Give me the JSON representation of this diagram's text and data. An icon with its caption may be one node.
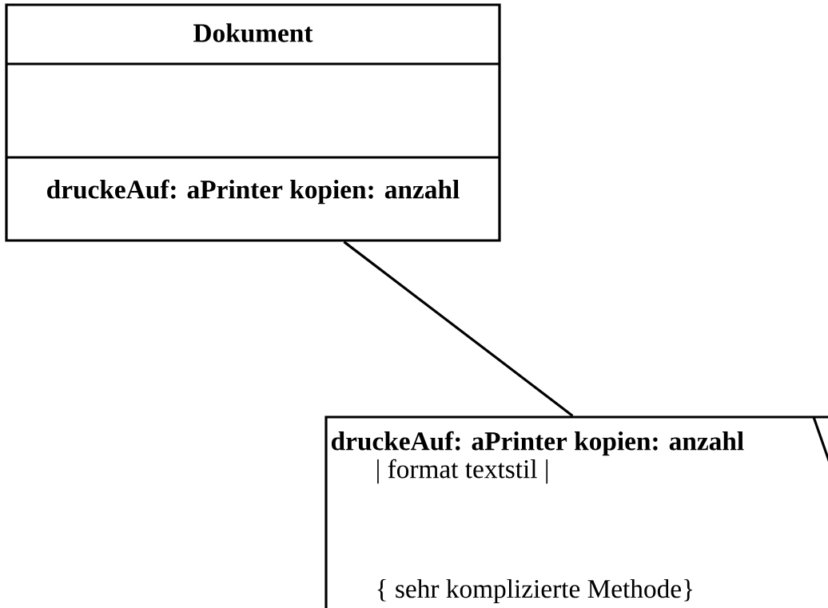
{
  "diagram": {
    "nodes": [
      {
        "text": [
          "Dokument",
          "druckeAuf: aPrinter kopien: anzahl"
        ]
      },
      {
        "text": [
          "druckeAuf: aPrinter kopien: anzahl",
          "| format textstil |",
          "{ sehr komplizierte Methode}"
        ]
      }
    ],
    "edges": [
      {
        "from": 0,
        "to": 1,
        "arrow": "none"
      }
    ]
  }
}
